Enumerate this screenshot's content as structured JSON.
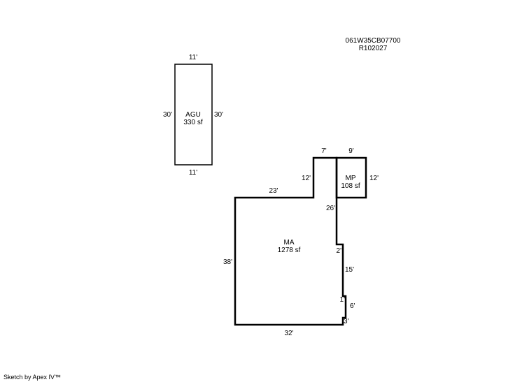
{
  "header": {
    "parcel_id": "061W35CB07700",
    "account_id": "R102027"
  },
  "areas": {
    "agu": {
      "code": "AGU",
      "area": "330 sf"
    },
    "ma": {
      "code": "MA",
      "area": "1278 sf"
    },
    "mp": {
      "code": "MP",
      "area": "108 sf"
    }
  },
  "dimensions": {
    "agu_top": "11'",
    "agu_bottom": "11'",
    "agu_left": "30'",
    "agu_right": "30'",
    "ma_step_top": "7'",
    "ma_step_left": "12'",
    "ma_top": "23'",
    "ma_left": "38'",
    "ma_bottom": "32'",
    "ma_right_upper": "26'",
    "ma_jog_1": "2'",
    "ma_right_middle": "15'",
    "ma_jog_2": "1'",
    "ma_right_lower": "6'",
    "ma_jog_3": "3'",
    "mp_top": "9'",
    "mp_right": "12'"
  },
  "footer": {
    "credit": "Sketch by Apex IV™"
  },
  "colors": {
    "line": "#000000",
    "background": "#ffffff"
  }
}
